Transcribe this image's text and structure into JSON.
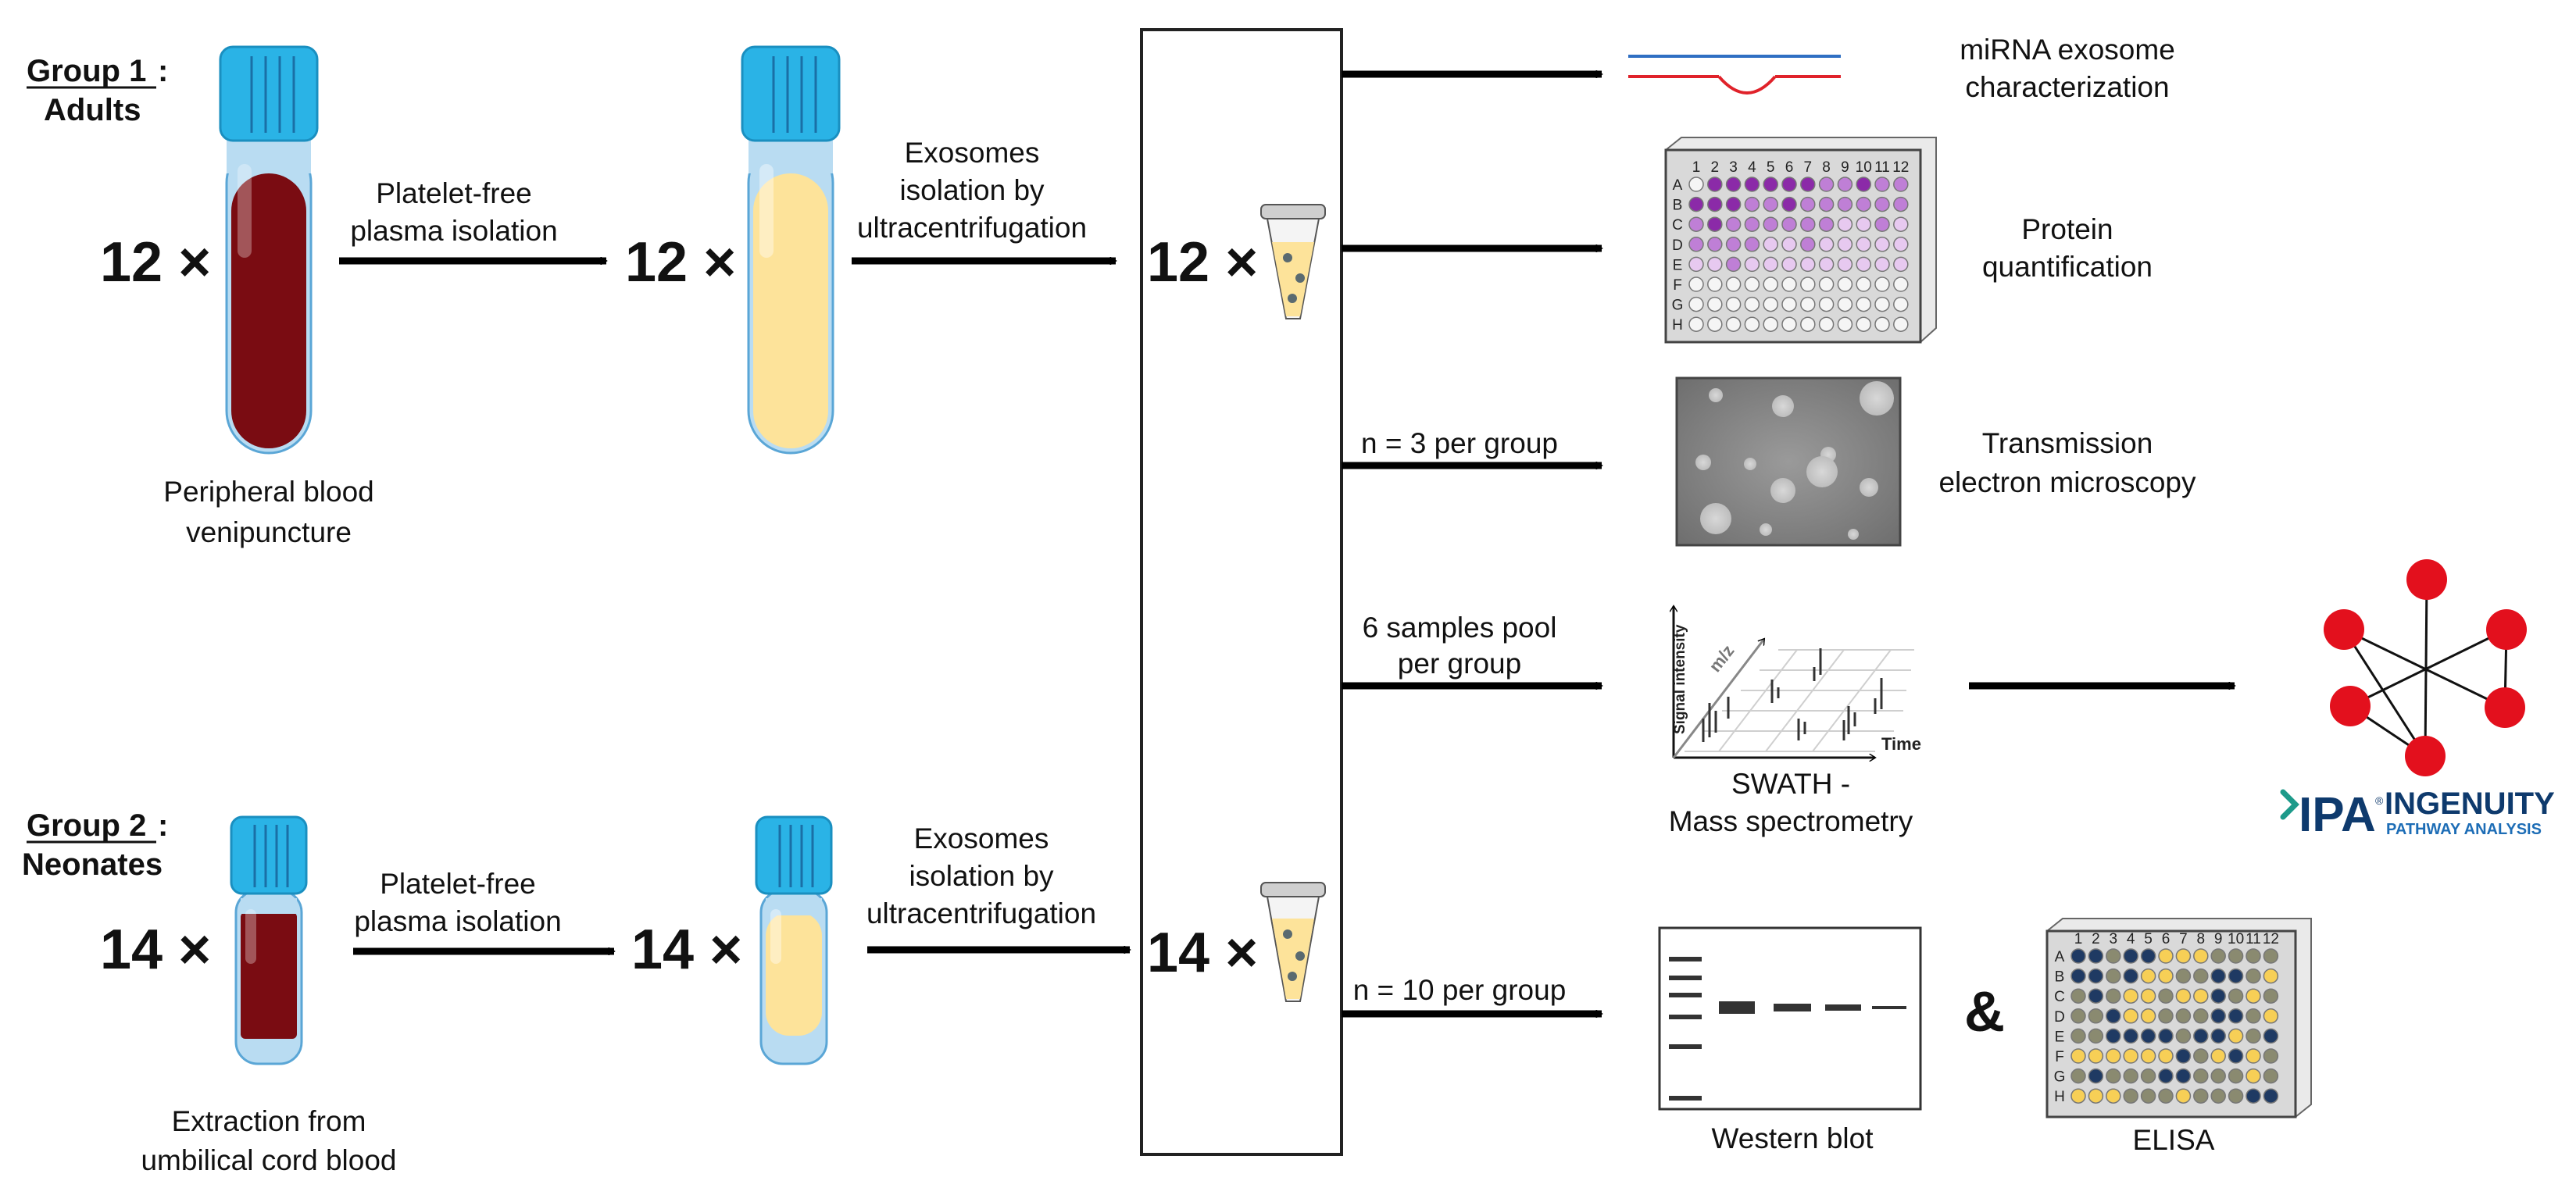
{
  "group1": {
    "title": "Group 1",
    "subtitle": "Adults",
    "count": "12 ×",
    "source_line1": "Peripheral blood",
    "source_line2": "venipuncture",
    "step1_line1": "Platelet-free",
    "step1_line2": "plasma isolation",
    "step2_line1": "Exosomes",
    "step2_line2": "isolation by",
    "step2_line3": "ultracentrifugation"
  },
  "group2": {
    "title": "Group 2",
    "subtitle": "Neonates",
    "count": "14 ×",
    "source_line1": "Extraction from",
    "source_line2": "umbilical cord blood",
    "step1_line1": "Platelet-free",
    "step1_line2": "plasma isolation",
    "step2_line1": "Exosomes",
    "step2_line2": "isolation by",
    "step2_line3": "ultracentrifugation"
  },
  "analyses": {
    "mirna_line1": "miRNA exosome",
    "mirna_line2": "characterization",
    "protein_line1": "Protein",
    "protein_line2": "quantification",
    "tem_condition": "n = 3 per group",
    "tem_line1": "Transmission",
    "tem_line2": "electron microscopy",
    "swath_condition_line1": "6 samples pool",
    "swath_condition_line2": "per group",
    "swath_line1": "SWATH -",
    "swath_line2": "Mass spectrometry",
    "wb_condition": "n = 10 per group",
    "western_blot": "Western blot",
    "ampersand": "&",
    "elisa": "ELISA"
  },
  "ms_plot": {
    "y_axis": "Signal intensity",
    "x_axis": "Time",
    "z_axis": "m/z"
  },
  "plate": {
    "rows": [
      "A",
      "B",
      "C",
      "D",
      "E",
      "F",
      "G",
      "H"
    ],
    "cols": [
      "1",
      "2",
      "3",
      "4",
      "5",
      "6",
      "7",
      "8",
      "9",
      "10",
      "11",
      "12"
    ]
  },
  "ipa": {
    "mark": "IPA",
    "name": "INGENUITY",
    "tagline": "PATHWAY ANALYSIS"
  },
  "colors": {
    "blood": "#7a0c12",
    "plasma": "#fde39a",
    "cap": "#2ab3e6",
    "tube_glass": "#b9dcf2",
    "purple_dark": "#8b2aa8",
    "purple_mid": "#bf7fd6",
    "purple_light": "#e7c9f0",
    "elisa_navy": "#1f3a63",
    "elisa_gray": "#8a8a70",
    "elisa_yellow": "#f7cf56",
    "network_red": "#e3101d",
    "ipa_blue": "#0e3a6d"
  }
}
